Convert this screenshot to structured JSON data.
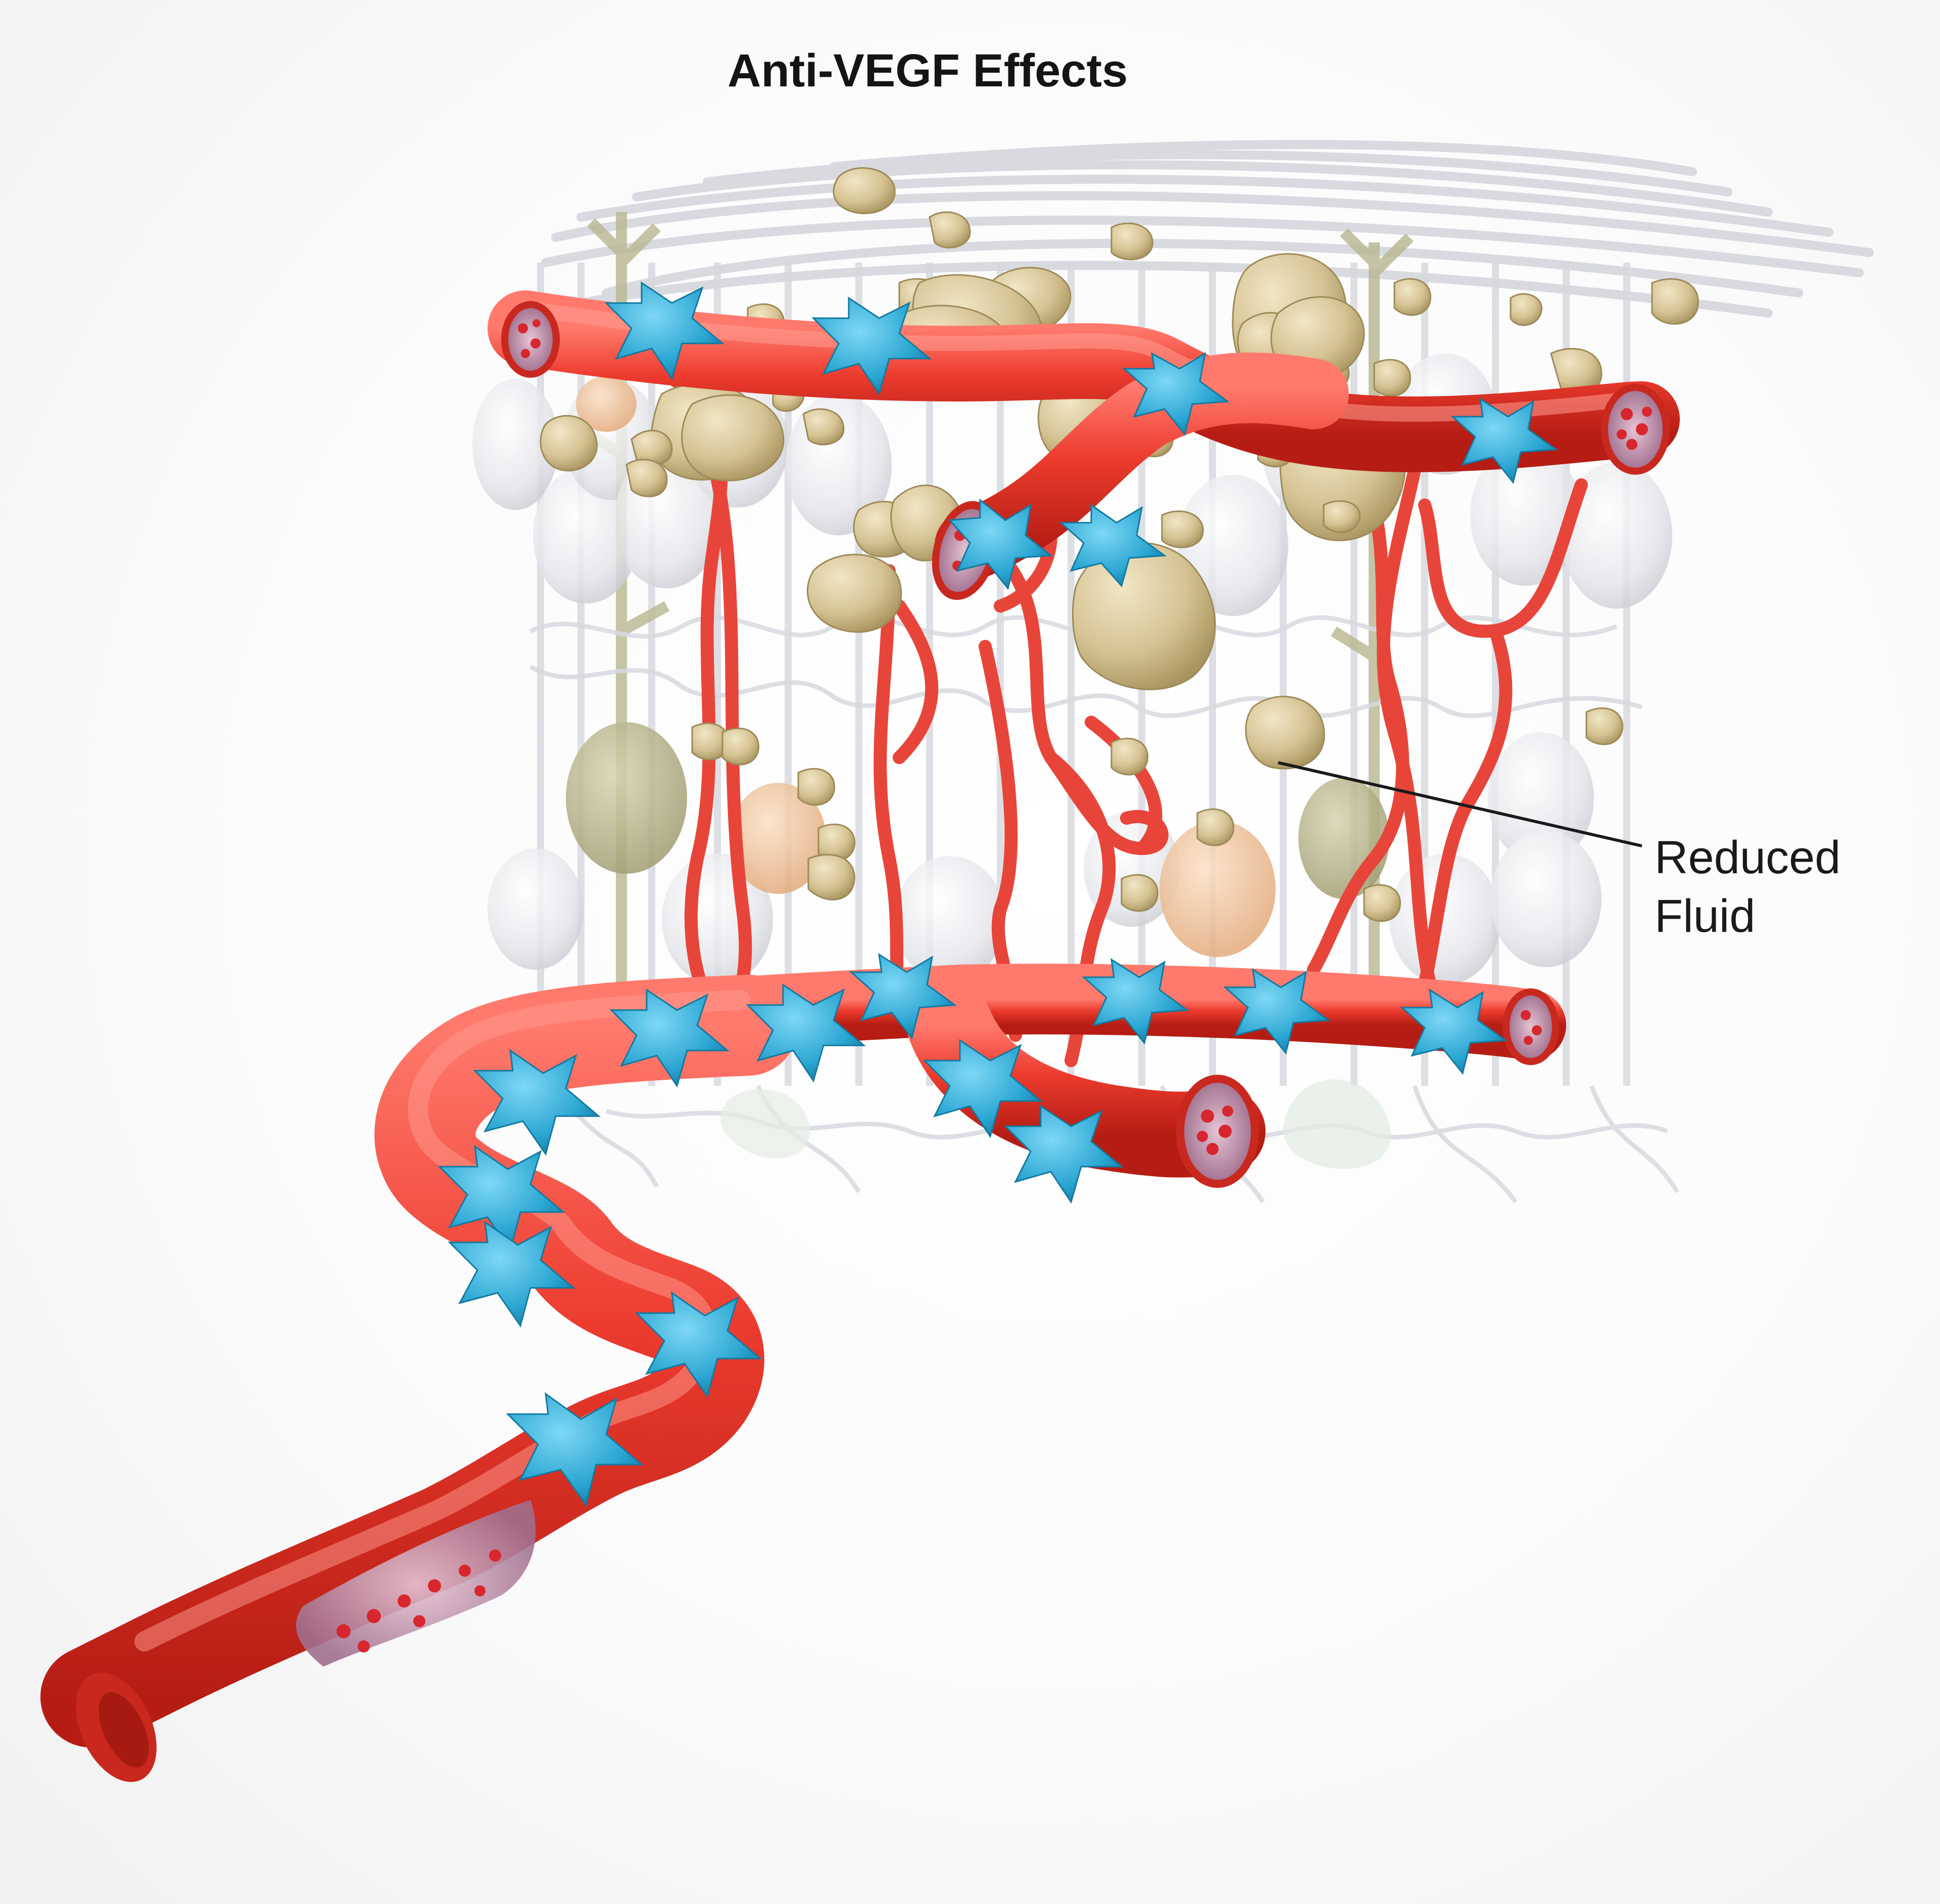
{
  "diagram": {
    "title": "Anti-VEGF Effects",
    "callout": {
      "line1": "Reduced",
      "line2": "Fluid"
    }
  },
  "colors": {
    "vessel": "#e8372c",
    "vessel_dark": "#b81f17",
    "pericyte": "#29a7d3",
    "deposit": "#d8c79a",
    "cell_white": "#e9eaee",
    "cell_olive": "#b9b78e",
    "cell_peach": "#f0c49c",
    "fiber": "#dcdde3"
  }
}
